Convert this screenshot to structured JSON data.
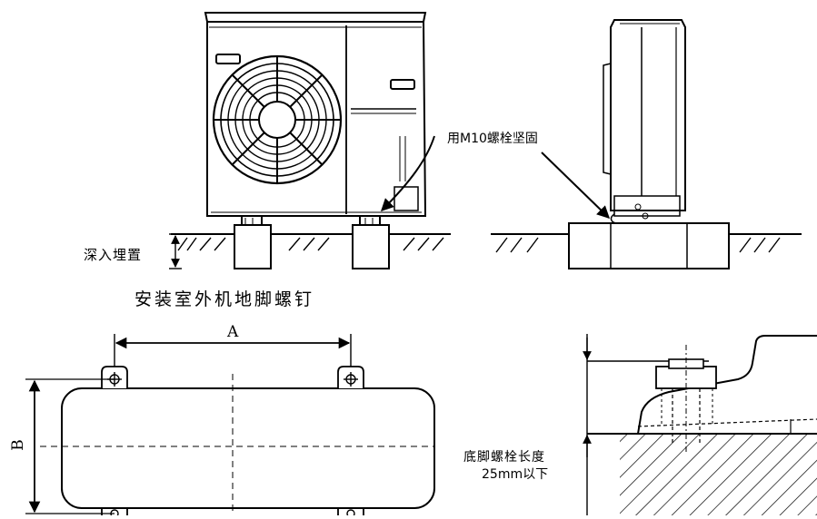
{
  "labels": {
    "bury_depth": "深入埋置",
    "section_title": "安装室外机地脚螺钉",
    "bolt_note": "用M10螺栓坚固",
    "dim_a": "A",
    "dim_b": "B",
    "bolt_length_line1": "底脚螺栓长度",
    "bolt_length_line2": "25mm以下"
  },
  "colors": {
    "line": "#000000",
    "background": "#ffffff"
  }
}
